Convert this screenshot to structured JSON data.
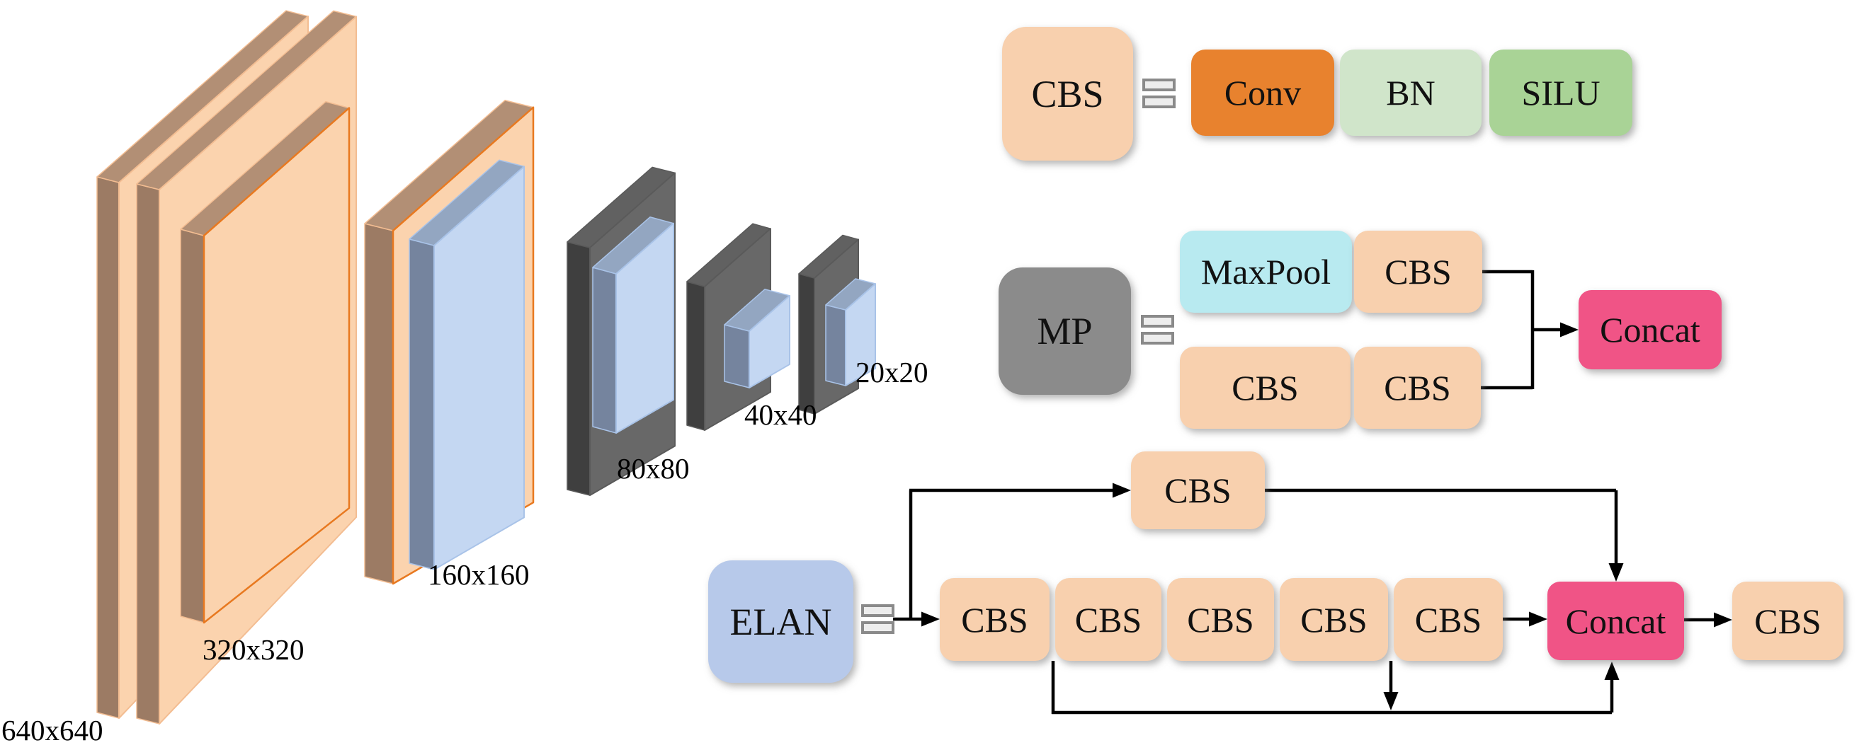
{
  "feature_maps": {
    "labels": [
      "640x640",
      "320x320",
      "160x160",
      "80x80",
      "40x40",
      "20x20"
    ]
  },
  "legend_cbs": {
    "key": "CBS",
    "conv": "Conv",
    "bn": "BN",
    "silu": "SILU"
  },
  "legend_mp": {
    "key": "MP",
    "maxpool": "MaxPool",
    "cbs_top": "CBS",
    "cbs_bottom_left": "CBS",
    "cbs_bottom_right": "CBS",
    "concat": "Concat"
  },
  "legend_elan": {
    "key": "ELAN",
    "cbs_top": "CBS",
    "chain": [
      "CBS",
      "CBS",
      "CBS",
      "CBS",
      "CBS"
    ],
    "concat": "Concat",
    "cbs_out": "CBS"
  },
  "icons": {
    "equivalence": "double-bar equals"
  },
  "colors": {
    "cbs_block": "#f8d0ae",
    "conv_block": "#e8822e",
    "bn_block": "#d0e5ca",
    "silu_block": "#a9d396",
    "maxpool_block": "#b8eaf0",
    "mp_block": "#8b8b8b",
    "concat_block": "#f05486",
    "elan_block": "#b7c9ea",
    "slab_peach_front": "#fbd3ae",
    "slab_peach_side": "#9c7b64",
    "slab_peach_top": "#b28f75",
    "slab_peach_outline": "#e87920",
    "slab_blue_front": "#c4d7f2",
    "slab_blue_side": "#75849e",
    "slab_blue_top": "#93a6c1",
    "slab_blue_outline": "#a9c3e8",
    "slab_gray_front": "#686868",
    "slab_gray_side": "#3f3f3f",
    "slab_gray_top": "#616161",
    "line": "#000000"
  }
}
